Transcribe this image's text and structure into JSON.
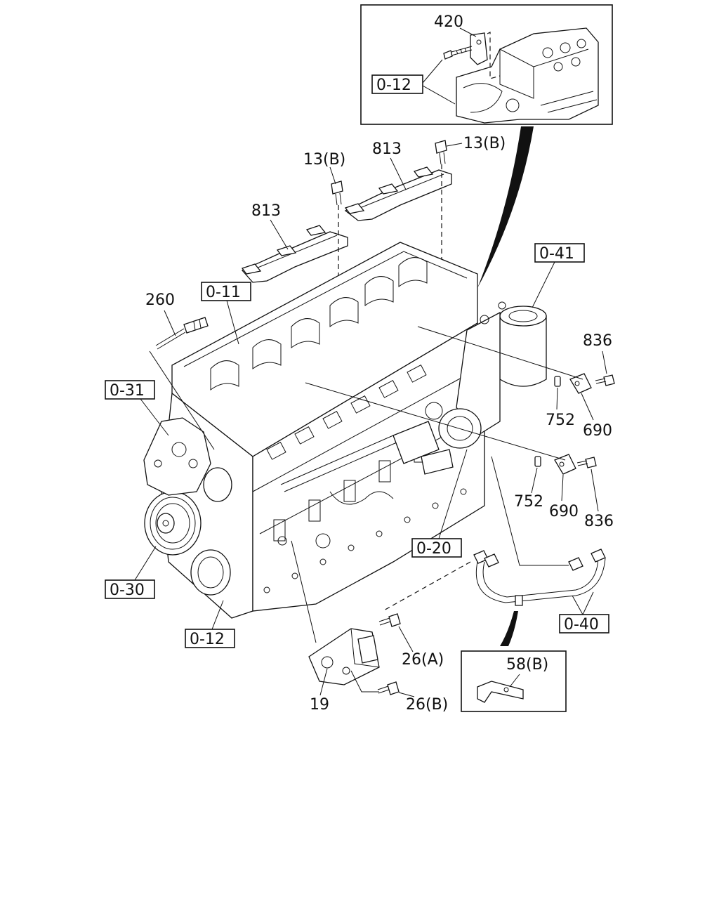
{
  "callouts": {
    "c420": "420",
    "c0_12_top": "0-12",
    "c13b_left": "13(B)",
    "c13b_right": "13(B)",
    "c813_left": "813",
    "c813_right": "813",
    "c0_41": "0-41",
    "c0_11": "0-11",
    "c260": "260",
    "c836_top": "836",
    "c752_top": "752",
    "c690_top": "690",
    "c0_31": "0-31",
    "c752_bottom": "752",
    "c690_bottom": "690",
    "c836_bottom": "836",
    "c0_20": "0-20",
    "c0_30": "0-30",
    "c0_40": "0-40",
    "c0_12_bottom": "0-12",
    "c26a": "26(A)",
    "c58b": "58(B)",
    "c19": "19",
    "c26b": "26(B)"
  }
}
